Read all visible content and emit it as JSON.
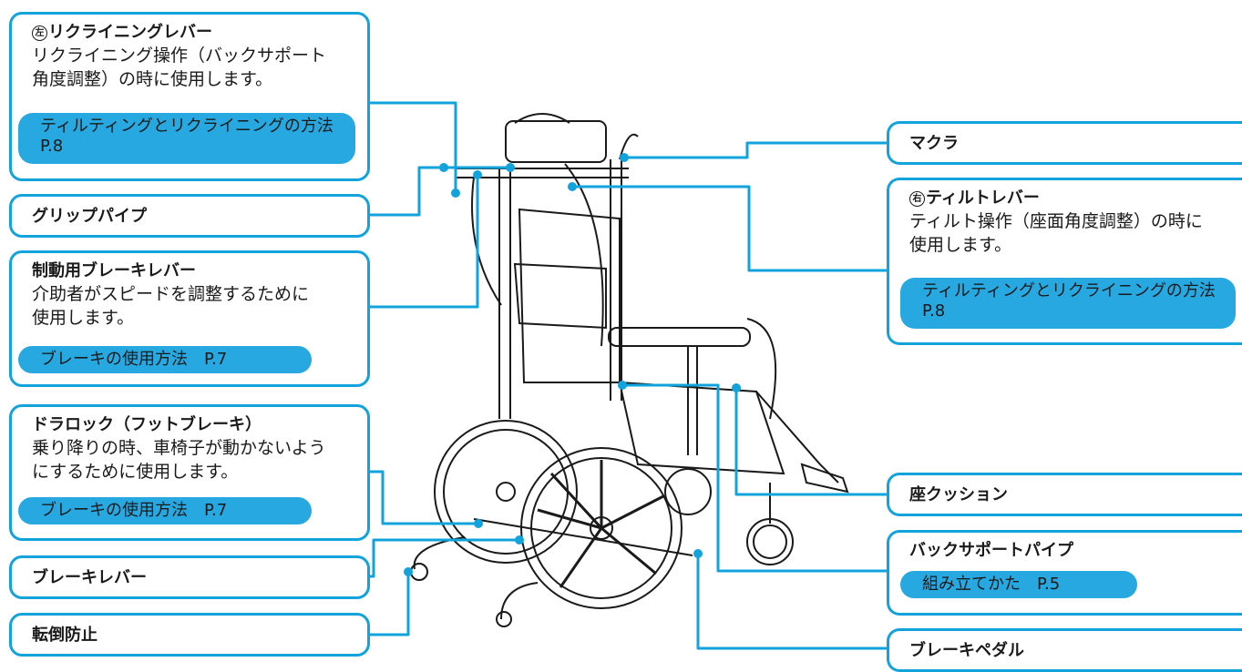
{
  "colors": {
    "accent": "#12a3dc",
    "pill": "#27a8e1",
    "text": "#1a1a1a"
  },
  "callouts": {
    "recline": {
      "marker": "左",
      "title": "リクライニングレバー",
      "body": "リクライニング操作（バックサポート\n角度調整）の時に使用します。",
      "link": "ティルティングとリクライニングの方法\nP.8"
    },
    "grip_pipe": {
      "title": "グリップパイプ"
    },
    "brake_lever_control": {
      "title": "制動用ブレーキレバー",
      "body": "介助者がスピードを調整するために\n使用します。",
      "link": "ブレーキの使用方法　P.7"
    },
    "drum_lock": {
      "title": "ドラロック（フットブレーキ）",
      "body": "乗り降りの時、車椅子が動かないよう\nにするために使用します。",
      "link": "ブレーキの使用方法　P.7"
    },
    "brake_lever": {
      "title": "ブレーキレバー"
    },
    "anti_tip": {
      "title": "転倒防止"
    },
    "headrest": {
      "title": "マクラ"
    },
    "tilt": {
      "marker": "右",
      "title": "ティルトレバー",
      "body": "ティルト操作（座面角度調整）の時に\n使用します。",
      "link": "ティルティングとリクライニングの方法\nP.8"
    },
    "seat_cushion": {
      "title": "座クッション"
    },
    "back_support_pipe": {
      "title": "バックサポートパイプ",
      "link": "組み立てかた　P.5"
    },
    "brake_pedal": {
      "title": "ブレーキペダル"
    }
  }
}
